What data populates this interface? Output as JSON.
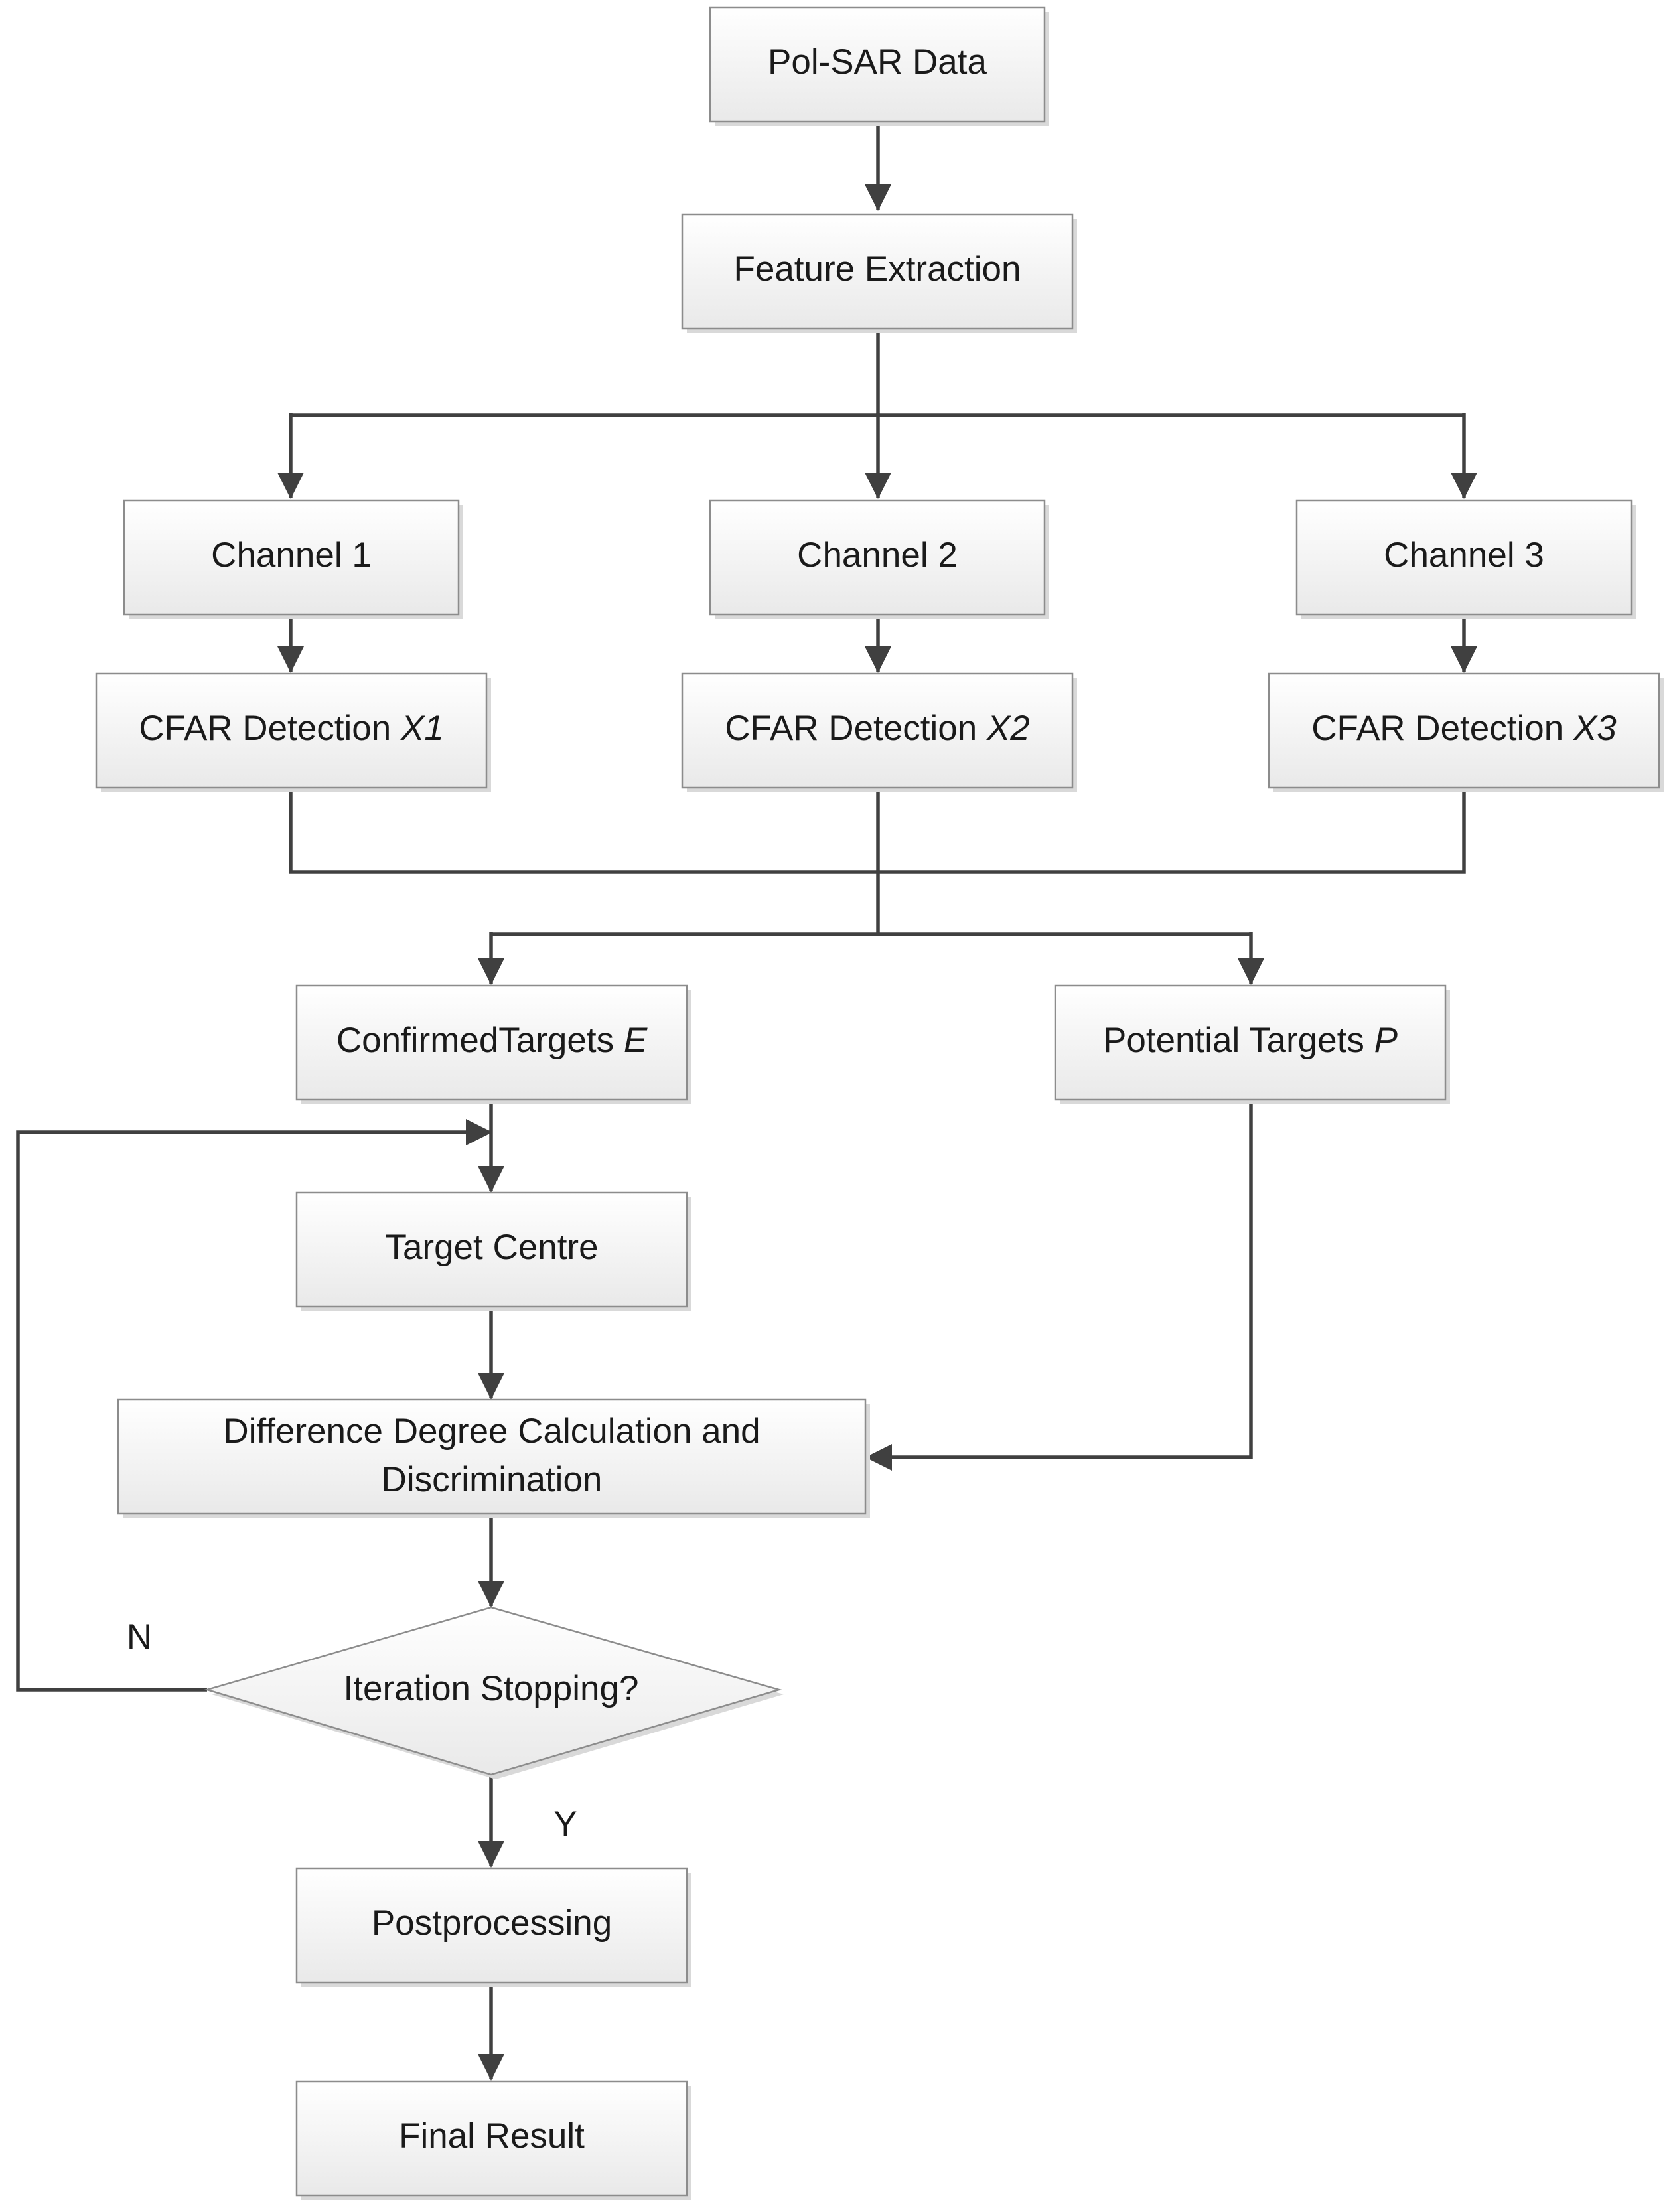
{
  "diagram": {
    "nodes": {
      "polsar": "Pol-SAR Data",
      "feature": "Feature Extraction",
      "ch1": "Channel 1",
      "ch2": "Channel 2",
      "ch3": "Channel 3",
      "cfar1": {
        "text": "CFAR Detection ",
        "var": "X1"
      },
      "cfar2": {
        "text": "CFAR Detection ",
        "var": "X2"
      },
      "cfar3": {
        "text": "CFAR Detection ",
        "var": "X3"
      },
      "confirmed": {
        "text": "ConfirmedTargets ",
        "var": "E"
      },
      "potential": {
        "text": "Potential Targets ",
        "var": "P"
      },
      "centre": "Target Centre",
      "diff_line1": "Difference Degree Calculation and",
      "diff_line2": "Discrimination",
      "decision": "Iteration Stopping?",
      "post": "Postprocessing",
      "final": "Final Result"
    },
    "edge_labels": {
      "no": "N",
      "yes": "Y"
    }
  }
}
